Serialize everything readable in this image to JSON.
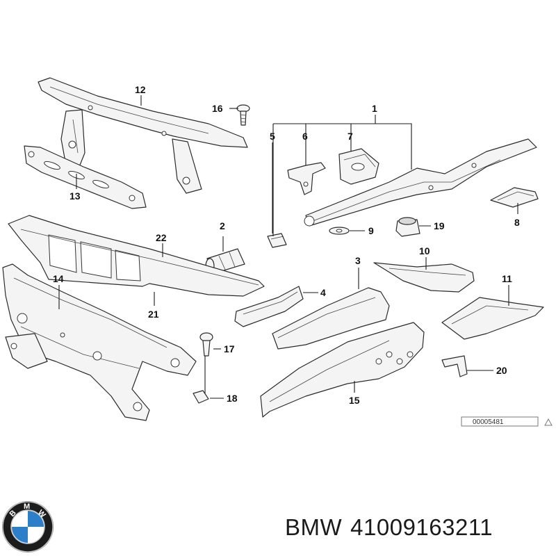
{
  "diagram": {
    "callouts": [
      "1",
      "2",
      "3",
      "4",
      "5",
      "6",
      "7",
      "8",
      "9",
      "10",
      "11",
      "12",
      "13",
      "14",
      "15",
      "16",
      "17",
      "18",
      "19",
      "20",
      "21",
      "22"
    ],
    "reference_number": "00005481"
  },
  "caption": {
    "brand": "BMW",
    "part_number": "41009163211"
  },
  "logo": {
    "icon": "bmw-roundel-icon",
    "letters": "BMW",
    "colors": {
      "ring": "#1c1c1c",
      "blue": "#2e7fc9",
      "white": "#ffffff",
      "silver": "#c8c8c8"
    }
  }
}
